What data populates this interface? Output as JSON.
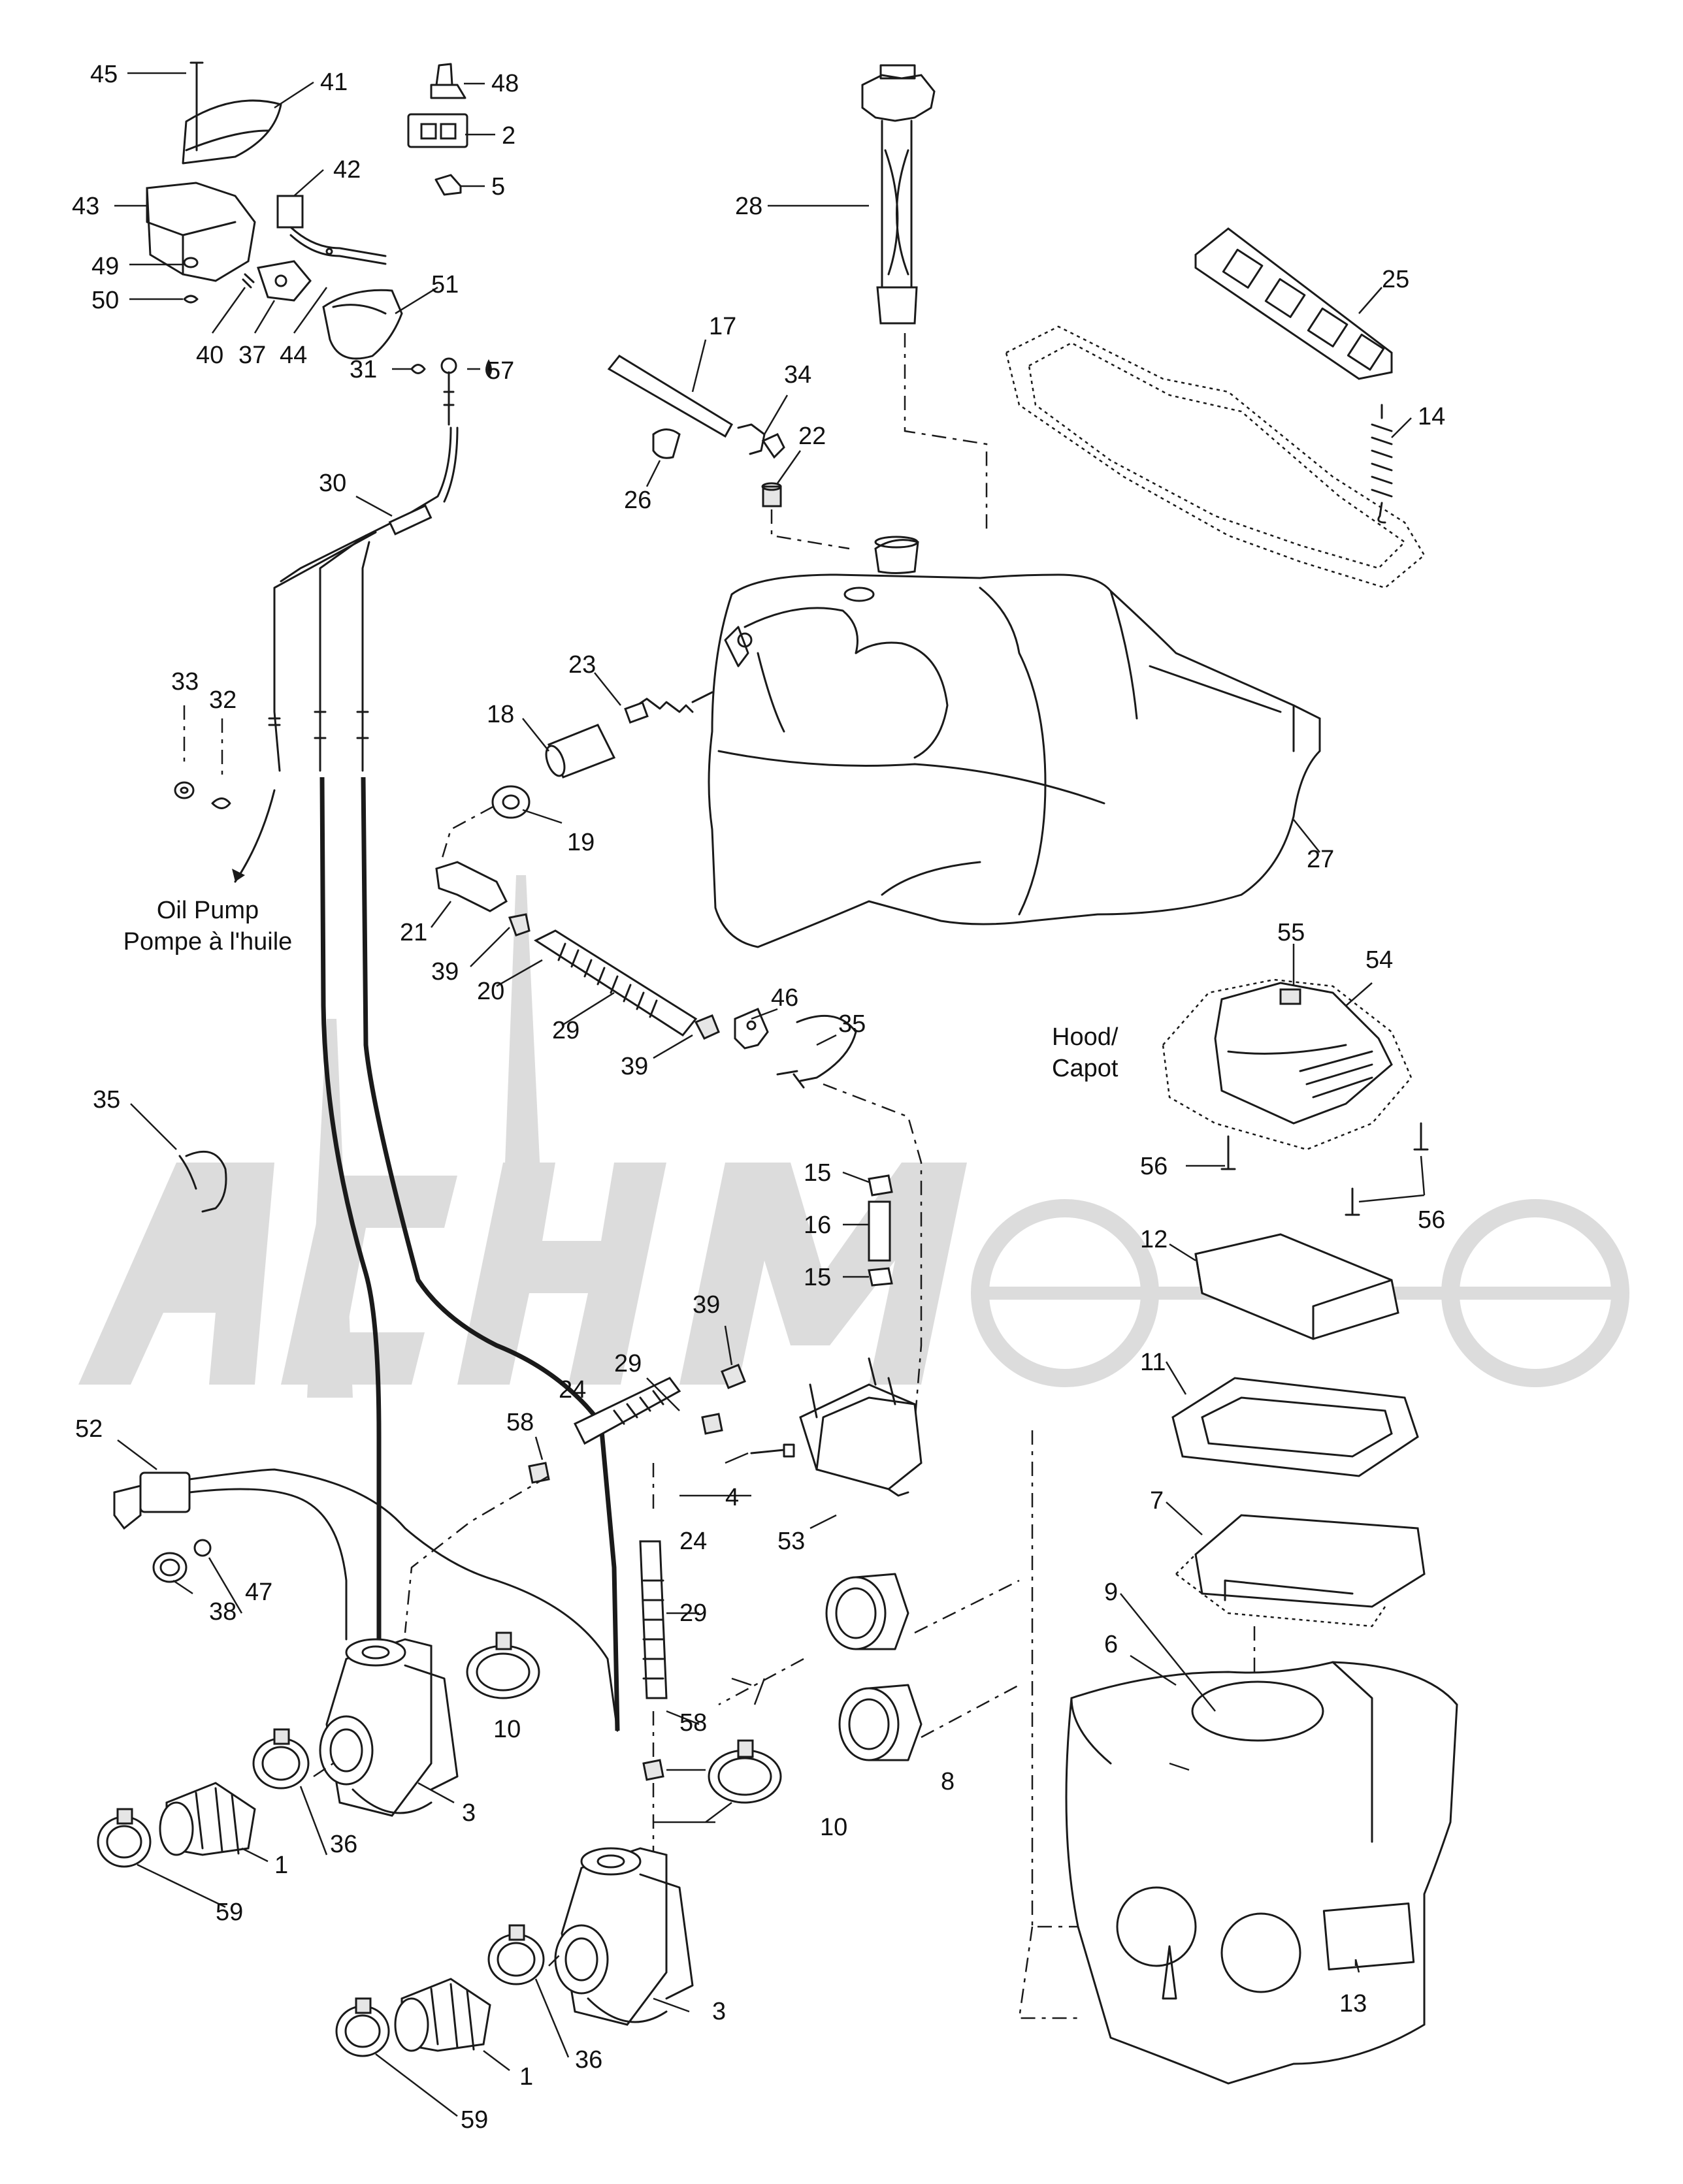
{
  "labels": {
    "l1a": "1",
    "l1b": "1",
    "l2": "2",
    "l3a": "3",
    "l3b": "3",
    "l4": "4",
    "l5": "5",
    "l6": "6",
    "l7": "7",
    "l8": "8",
    "l9": "9",
    "l10a": "10",
    "l10b": "10",
    "l11": "11",
    "l12": "12",
    "l13": "13",
    "l14": "14",
    "l15a": "15",
    "l15b": "15",
    "l16": "16",
    "l17": "17",
    "l18": "18",
    "l19": "19",
    "l20": "20",
    "l21": "21",
    "l22": "22",
    "l23": "23",
    "l24a": "24",
    "l24b": "24",
    "l25": "25",
    "l26": "26",
    "l27": "27",
    "l28": "28",
    "l29a": "29",
    "l29b": "29",
    "l29c": "29",
    "l30": "30",
    "l31": "31",
    "l32": "32",
    "l33": "33",
    "l34": "34",
    "l35a": "35",
    "l35b": "35",
    "l36a": "36",
    "l36b": "36",
    "l37": "37",
    "l38": "38",
    "l39a": "39",
    "l39b": "39",
    "l39c": "39",
    "l40": "40",
    "l41": "41",
    "l42": "42",
    "l43": "43",
    "l44": "44",
    "l45": "45",
    "l46": "46",
    "l47": "47",
    "l48": "48",
    "l49": "49",
    "l50": "50",
    "l51": "51",
    "l52": "52",
    "l53": "53",
    "l54": "54",
    "l55": "55",
    "l56a": "56",
    "l56b": "56",
    "l57": "57",
    "l58a": "58",
    "l58b": "58",
    "l59a": "59",
    "l59b": "59"
  },
  "notes": {
    "oil_pump_en": "Oil Pump",
    "oil_pump_fr": "Pompe à l'huile",
    "hood_en": "Hood/",
    "hood_fr": "Capot"
  },
  "watermark": {
    "text": "AchMoto"
  }
}
